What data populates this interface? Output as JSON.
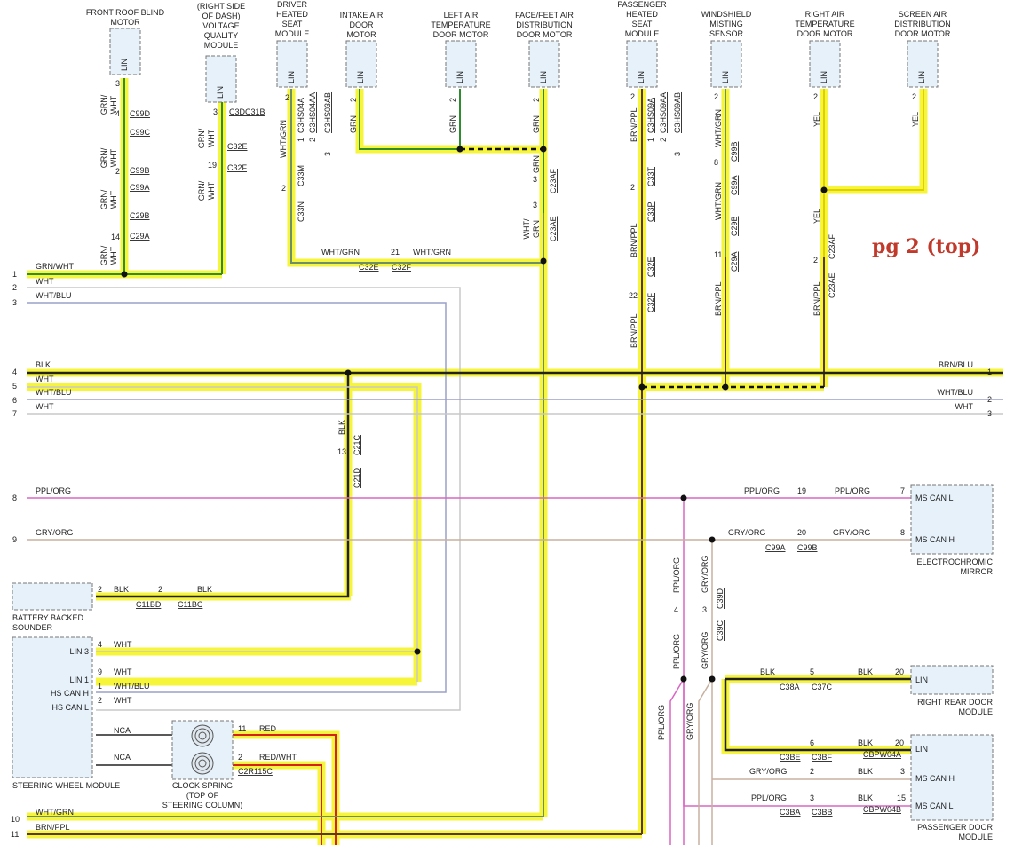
{
  "note": "pg 2 (top)",
  "modules": {
    "front_roof_blind_motor": "FRONT ROOF BLIND\nMOTOR",
    "voltage_quality_module": "(RIGHT SIDE\nOF DASH)\nVOLTAGE\nQUALITY\nMODULE",
    "driver_heated_seat_module": "DRIVER\nHEATED\nSEAT\nMODULE",
    "intake_air_door_motor": "INTAKE AIR\nDOOR\nMOTOR",
    "left_air_temp_door_motor": "LEFT AIR\nTEMPERATURE\nDOOR MOTOR",
    "face_feet_air_door_motor": "FACE/FEET AIR\nDISTRIBUTION\nDOOR MOTOR",
    "passenger_heated_seat_module": "PASSENGER\nHEATED\nSEAT\nMODULE",
    "windshield_misting_sensor": "WINDSHIELD\nMISTING\nSENSOR",
    "right_air_temp_door_motor": "RIGHT AIR\nTEMPERATURE\nDOOR MOTOR",
    "screen_air_door_motor": "SCREEN AIR\nDISTRIBUTION\nDOOR MOTOR",
    "battery_backed_sounder": "BATTERY BACKED\nSOUNDER",
    "steering_wheel_module": "STEERING WHEEL MODULE",
    "clock_spring": "CLOCK SPRING\n(TOP OF\nSTEERING COLUMN)",
    "electrochromic_mirror": "ELECTROCHROMIC\nMIRROR",
    "right_rear_door_module": "RIGHT REAR DOOR\nMODULE",
    "passenger_door_module": "PASSENGER DOOR\nMODULE"
  },
  "pins": {
    "lin": "LIN",
    "ms_can_l": "MS CAN L",
    "ms_can_h": "MS CAN H",
    "lin3": "LIN 3",
    "lin1": "LIN 1",
    "hs_can_h": "HS CAN H",
    "hs_can_l": "HS CAN L"
  },
  "left_rails": [
    {
      "num": "1",
      "label": "GRN/WHT"
    },
    {
      "num": "",
      "label": "WHT"
    },
    {
      "num": "2",
      "label": ""
    },
    {
      "num": "3",
      "label": "WHT/BLU"
    },
    {
      "num": "4",
      "label": "BLK"
    },
    {
      "num": "",
      "label": "WHT"
    },
    {
      "num": "5",
      "label": "WHT/BLU"
    },
    {
      "num": "6",
      "label": ""
    },
    {
      "num": "",
      "label": "WHT"
    },
    {
      "num": "7",
      "label": ""
    },
    {
      "num": "8",
      "label": "PPL/ORG"
    },
    {
      "num": "9",
      "label": "GRY/ORG"
    },
    {
      "num": "10",
      "label": "WHT/GRN"
    },
    {
      "num": "11",
      "label": "BRN/PPL"
    }
  ],
  "right_rails": [
    {
      "num": "1",
      "label": "BRN/BLU"
    },
    {
      "num": "2",
      "label": "WHT/BLU"
    },
    {
      "num": "3",
      "label": "WHT"
    }
  ],
  "wire_labels": {
    "grn_wht": "GRN/\nWHT",
    "grn": "GRN",
    "wht_grn": "WHT/GRN",
    "wht_grn_split": "WHT/\nGRN",
    "brn_ppl": "BRN/PPL",
    "yel": "YEL",
    "blk": "BLK",
    "wht": "WHT",
    "wht_blu": "WHT/BLU",
    "ppl_org": "PPL/ORG",
    "gry_org": "GRY/ORG",
    "nca": "NCA",
    "red": "RED",
    "red_wht": "RED/WHT"
  },
  "connectors": {
    "c99d": "C99D",
    "c99c": "C99C",
    "c99b": "C99B",
    "c99a": "C99A",
    "c29b": "C29B",
    "c29a": "C29A",
    "c3dc31b": "C3DC31B",
    "c32e": "C32E",
    "c32f": "C32F",
    "c3hs04a": "C3HS04A",
    "c3hs04aa": "C3HS04AA",
    "c3hs03ab": "C3HS03AB",
    "c33m": "C33M",
    "c33n": "C33N",
    "c23af": "C23AF",
    "c23ae": "C23AE",
    "c3hs09a": "C3HS09A",
    "c3hs09aa": "C3HS09AA",
    "c3hs09ab": "C3HS09AB",
    "c33t": "C33T",
    "c33p": "C33P",
    "c99b_r": "C99B",
    "c99a_r": "C99A",
    "c29b_r": "C29B",
    "c29a_r": "C29A",
    "c21c": "C21C",
    "c21d": "C21D",
    "c11bd": "C11BD",
    "c11bc": "C11BC",
    "c39d": "C39D",
    "c39c": "C39C",
    "c38a": "C38A",
    "c37c": "C37C",
    "c3be": "C3BE",
    "c3bf": "C3BF",
    "cbpw04a": "CBPW04A",
    "c3ba": "C3BA",
    "c3bb": "C3BB",
    "cbpw04b": "CBPW04B",
    "c2r115c": "C2R115C"
  },
  "pin_numbers": {
    "n1": "1",
    "n2": "2",
    "n3": "3",
    "n4": "4",
    "n5": "5",
    "n6": "6",
    "n7": "7",
    "n8": "8",
    "n9": "9",
    "n11": "11",
    "n13": "13",
    "n14": "14",
    "n15": "15",
    "n19": "19",
    "n20": "20",
    "n21": "21",
    "n22": "22",
    "circ1": "1",
    "circ2": "2",
    "circ3": "3"
  }
}
